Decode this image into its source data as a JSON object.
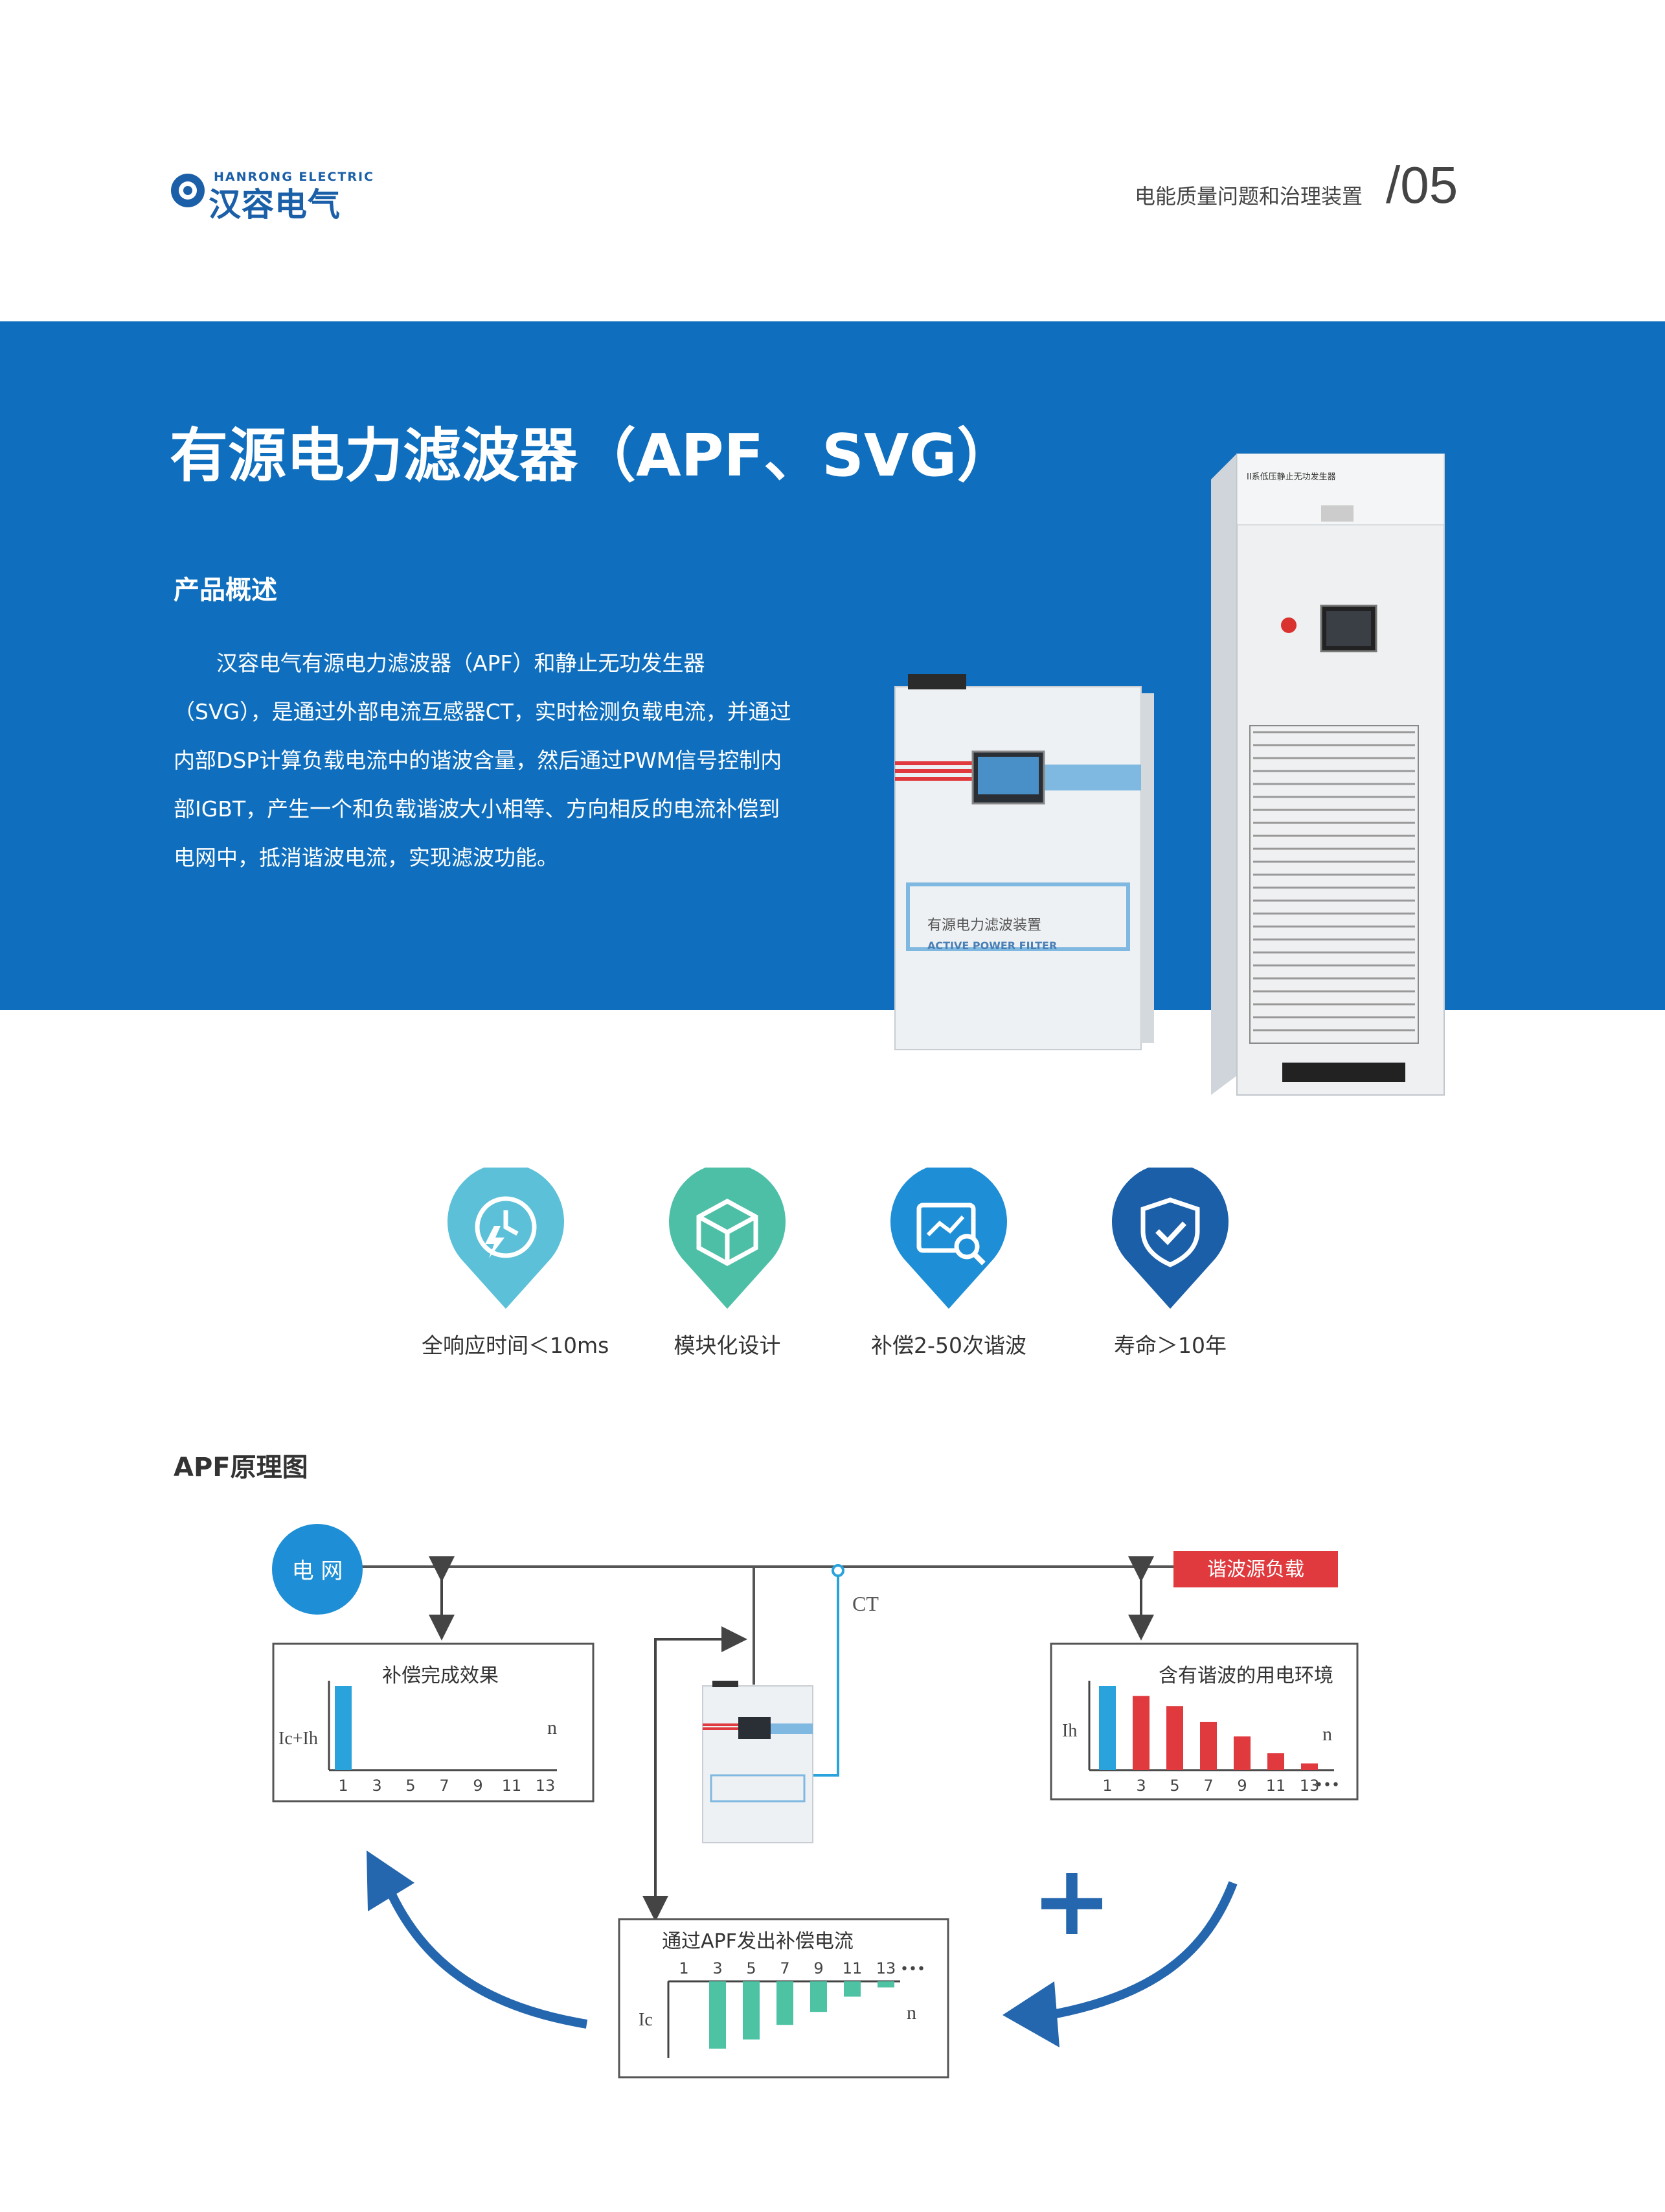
{
  "header": {
    "logo_en": "HANRONG ELECTRIC",
    "logo_cn": "汉容电气",
    "section_title": "电能质量问题和治理装置",
    "page_number": "/05"
  },
  "banner": {
    "title": "有源电力滤波器（APF、SVG）",
    "subtitle": "产品概述",
    "description": "汉容电气有源电力滤波器（APF）和静止无功发生器（SVG），是通过外部电流互感器CT，实时检测负载电流，并通过内部DSP计算负载电流中的谐波含量，然后通过PWM信号控制内部IGBT，产生一个和负载谐波大小相等、方向相反的电流补偿到电网中，抵消谐波电流，实现滤波功能。"
  },
  "products": {
    "apf_panel_cn": "有源电力滤波装置",
    "apf_panel_en": "ACTIVE POWER FILTER",
    "svg_cabinet_label": "II系低压静止无功发生器"
  },
  "features": [
    {
      "icon": "clock-lightning-icon",
      "label": "全响应时间＜10ms",
      "color": "#5bc0d8"
    },
    {
      "icon": "cube-icon",
      "label": "模块化设计",
      "color": "#4dbfa6"
    },
    {
      "icon": "monitor-chart-icon",
      "label": "补偿2-50次谐波",
      "color": "#1e8fd6"
    },
    {
      "icon": "shield-check-icon",
      "label": "寿命＞10年",
      "color": "#1b5fa8"
    }
  ],
  "apf_diagram": {
    "title": "APF原理图",
    "grid_label": "电 网",
    "load_label": "谐波源负载",
    "ct_label": "CT",
    "box_result_title": "补偿完成效果",
    "box_result_ylabel": "Ic+Ih",
    "box_load_title": "含有谐波的用电环境",
    "box_load_ylabel": "Ih",
    "box_apf_title": "通过APF发出补偿电流",
    "box_apf_ylabel": "Ic",
    "n_label": "n",
    "ellipsis": "•••",
    "plus": "+",
    "harmonic_orders": [
      "1",
      "3",
      "5",
      "7",
      "9",
      "11",
      "13"
    ],
    "result_levels": [
      1.0,
      0,
      0,
      0,
      0,
      0,
      0
    ],
    "load_levels": [
      1.0,
      0.88,
      0.76,
      0.57,
      0.4,
      0.2,
      0.08
    ],
    "apf_levels": [
      0,
      0.88,
      0.76,
      0.57,
      0.4,
      0.2,
      0.08
    ],
    "colors": {
      "fundamental": "#2aa3dc",
      "harmonic": "#e03a3e",
      "compensation": "#4dc3a4",
      "arrow": "#2567ae",
      "load_tag": "#e03a3e"
    }
  }
}
